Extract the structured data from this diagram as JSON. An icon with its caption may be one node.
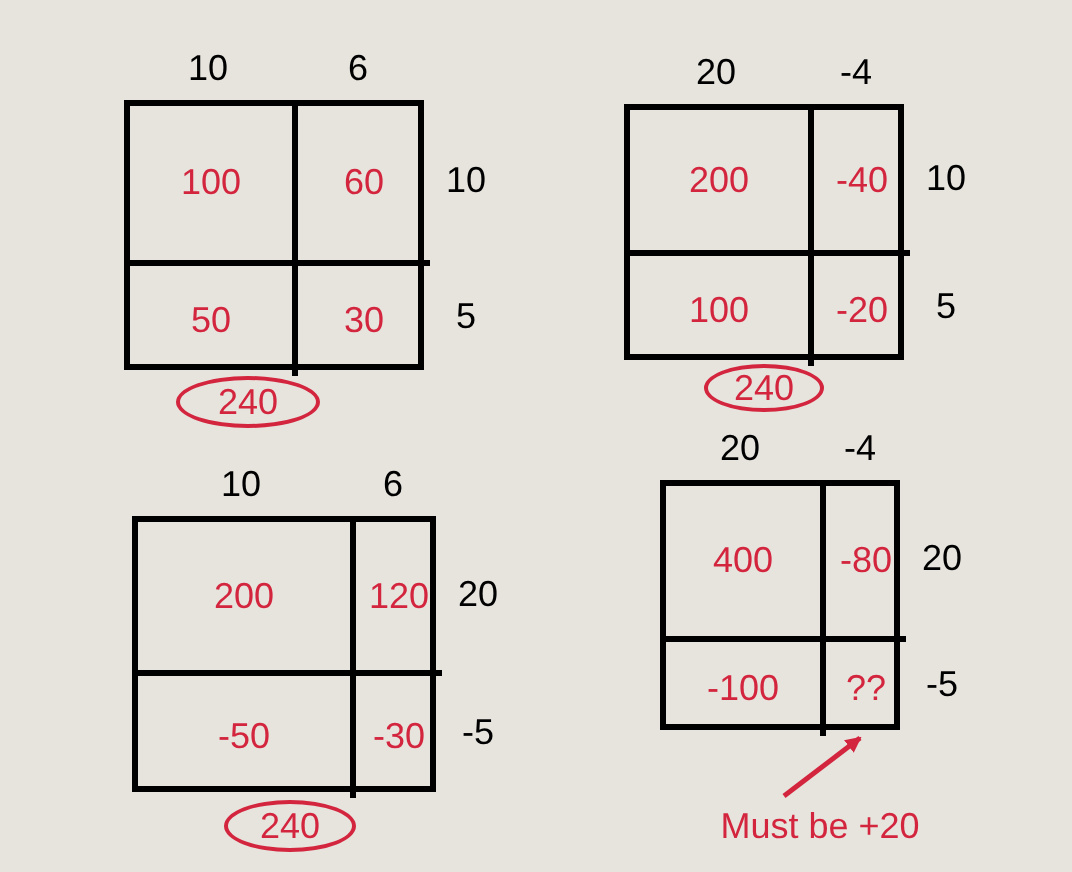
{
  "diagram": {
    "nodes": [
      {
        "text": [],
        "shape": "box",
        "beside": [
          "10",
          "6",
          "10",
          "5"
        ]
      },
      {
        "text": [
          "100"
        ],
        "in": 0
      },
      {
        "text": [
          "60"
        ],
        "in": 0
      },
      {
        "text": [
          "50"
        ],
        "in": 0
      },
      {
        "text": [
          "30"
        ],
        "in": 0
      },
      {
        "text": [
          "240"
        ]
      },
      {
        "text": [],
        "shape": "box",
        "beside": [
          "20",
          "-4",
          "10",
          "5"
        ]
      },
      {
        "text": [
          "200"
        ],
        "in": 6
      },
      {
        "text": [
          "-40"
        ],
        "in": 6
      },
      {
        "text": [
          "100"
        ],
        "in": 6
      },
      {
        "text": [
          "-20"
        ],
        "in": 6
      },
      {
        "text": [
          "240"
        ]
      },
      {
        "text": [],
        "shape": "box",
        "beside": [
          "10",
          "6",
          "20",
          "-5"
        ]
      },
      {
        "text": [
          "200"
        ],
        "in": 12
      },
      {
        "text": [
          "120"
        ],
        "in": 12
      },
      {
        "text": [
          "-50"
        ],
        "in": 12
      },
      {
        "text": [
          "-30"
        ],
        "in": 12
      },
      {
        "text": [
          "240"
        ]
      },
      {
        "text": [],
        "shape": "box",
        "beside": [
          "20",
          "-4",
          "20",
          "-5"
        ]
      },
      {
        "text": [
          "400"
        ],
        "in": 18
      },
      {
        "text": [
          "-80"
        ],
        "in": 18
      },
      {
        "text": [
          "-100"
        ],
        "in": 18
      },
      {
        "text": [
          "??"
        ],
        "in": 18
      },
      {
        "text": [
          "Must be +20"
        ]
      }
    ],
    "edges": [
      {
        "from": 23,
        "to": 22,
        "arrow": "to"
      }
    ]
  }
}
